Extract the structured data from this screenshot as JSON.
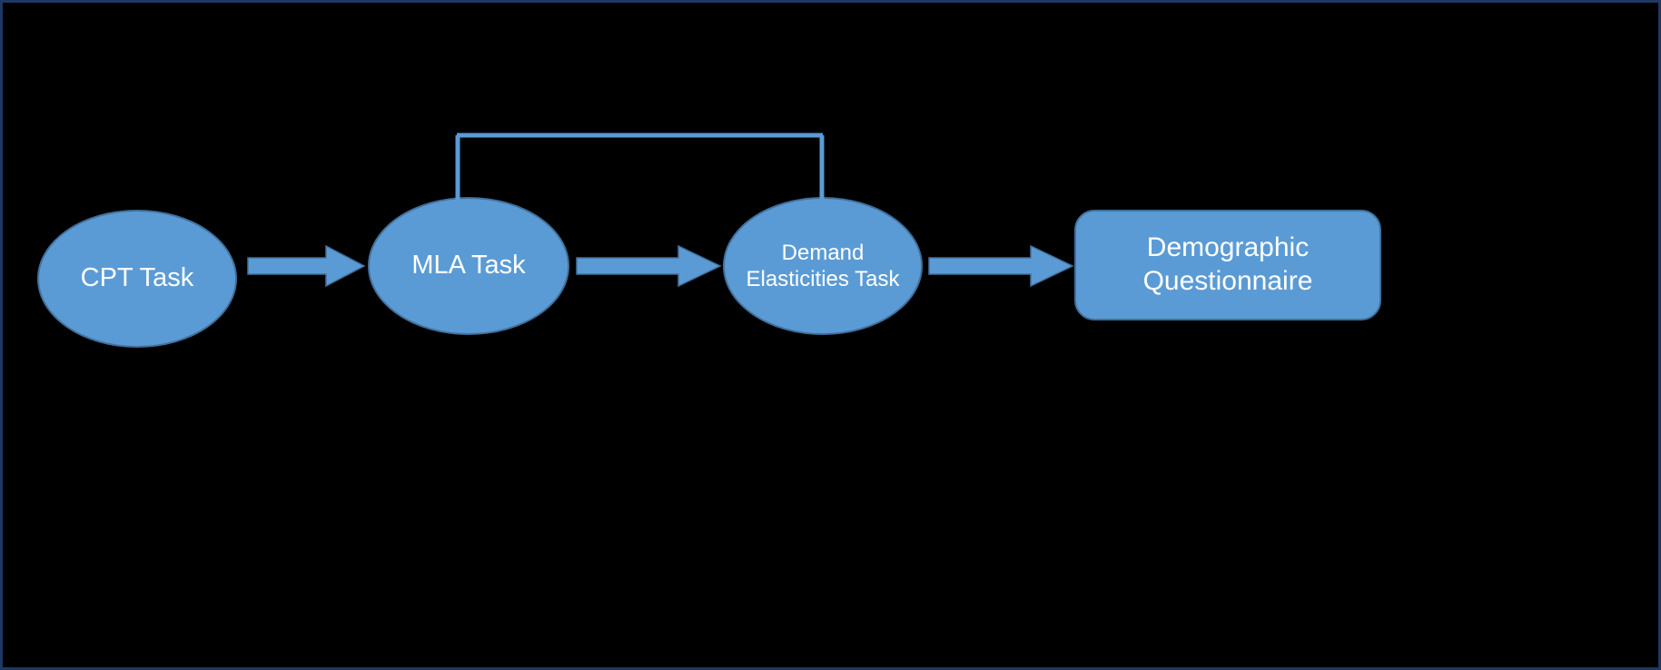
{
  "diagram": {
    "title": "Experimental task sequence flowchart",
    "background_color": "#000000",
    "border_color": "#1F3864",
    "node_fill_color": "#5B9BD5",
    "node_border_color": "#41719C",
    "node_text_color": "#FFFFFF",
    "connector_color": "#5B9BD5",
    "connector_border_color": "#41719C"
  },
  "nodes": [
    {
      "id": "cpt",
      "label": "CPT Task",
      "shape": "ellipse"
    },
    {
      "id": "mla",
      "label": "MLA Task",
      "shape": "ellipse"
    },
    {
      "id": "demand",
      "label": "Demand Elasticities Task",
      "shape": "ellipse"
    },
    {
      "id": "demo",
      "label": "Demographic Questionnaire",
      "shape": "rounded-rectangle"
    }
  ],
  "connectors": [
    {
      "id": "cpt-to-mla",
      "from": "CPT Task",
      "to": "MLA Task",
      "style": "block-arrow",
      "direction": "right"
    },
    {
      "id": "mla-to-demand",
      "from": "MLA Task",
      "to": "Demand Elasticities Task",
      "style": "block-arrow",
      "direction": "right"
    },
    {
      "id": "demand-to-demo",
      "from": "Demand Elasticities Task",
      "to": "Demographic Questionnaire",
      "style": "block-arrow",
      "direction": "right"
    },
    {
      "id": "feedback-bracket",
      "from": "MLA Task",
      "to": "Demand Elasticities Task",
      "style": "thin-bracket",
      "direction": "both-down"
    }
  ]
}
